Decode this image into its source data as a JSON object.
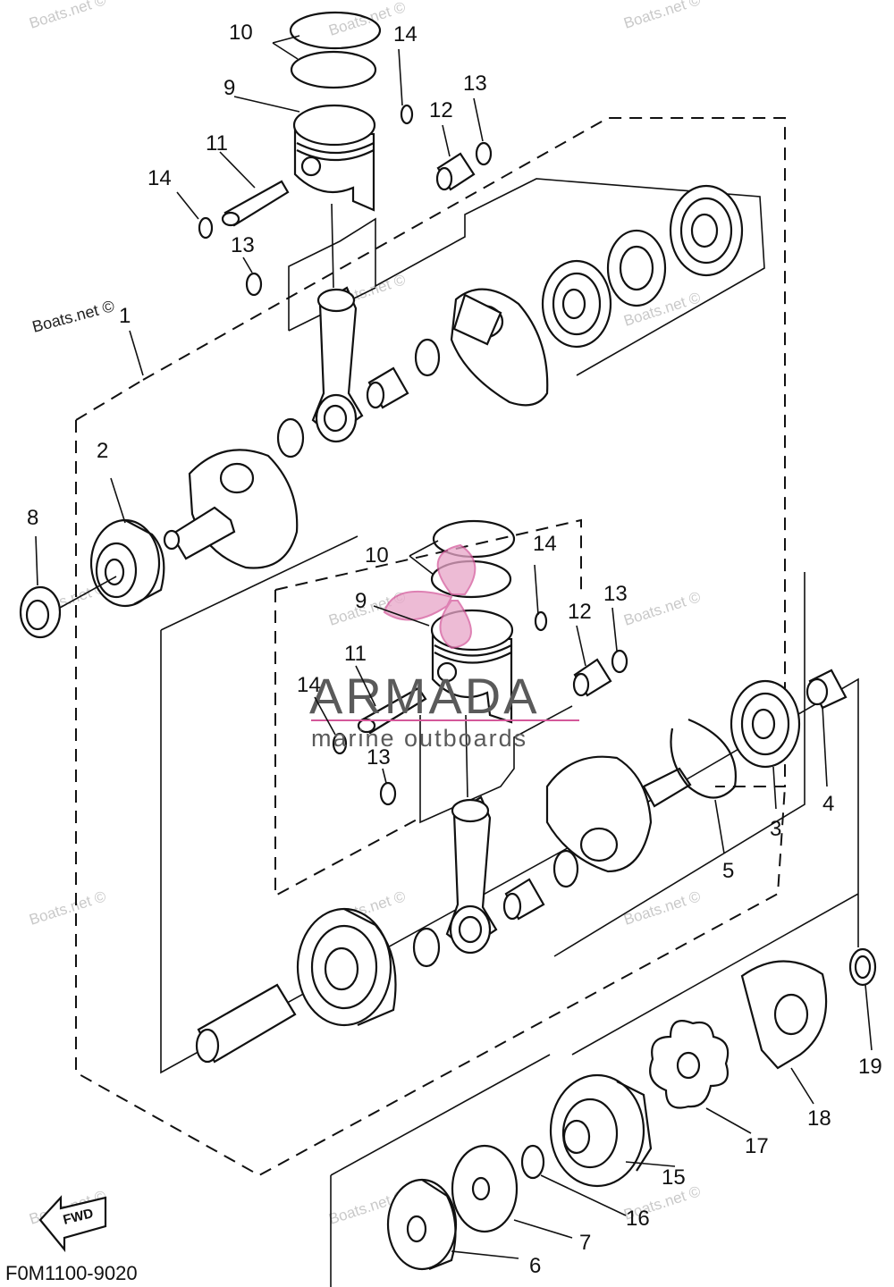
{
  "diagram": {
    "code": "F0M1100-9020",
    "fwd_label": "FWD",
    "watermark_main": "Boats.net ©",
    "watermark": "Boats.net ©",
    "brand": {
      "name": "ARMADA",
      "tagline": "marine outboards"
    },
    "callouts": {
      "c1": "1",
      "c2": "2",
      "c3": "3",
      "c4": "4",
      "c5": "5",
      "c6": "6",
      "c7": "7",
      "c8": "8",
      "c9a": "9",
      "c9b": "9",
      "c10a": "10",
      "c10b": "10",
      "c11a": "11",
      "c11b": "11",
      "c12a": "12",
      "c12b": "12",
      "c13a": "13",
      "c13b": "13",
      "c13c": "13",
      "c13d": "13",
      "c14a": "14",
      "c14b": "14",
      "c14c": "14",
      "c14d": "14",
      "c15": "15",
      "c16": "16",
      "c17": "17",
      "c18": "18",
      "c19": "19"
    }
  }
}
